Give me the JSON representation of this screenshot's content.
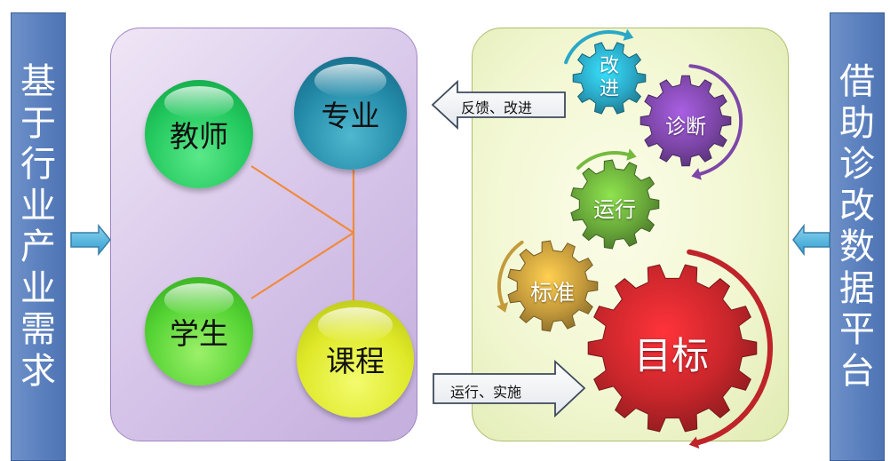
{
  "left_banner": "基于行业产业需求",
  "right_banner": "借助诊改数据平台",
  "nodes": {
    "teacher": "教师",
    "major": "专业",
    "student": "学生",
    "course": "课程"
  },
  "arrows": {
    "feedback": "反馈、改进",
    "run": "运行、实施"
  },
  "gears": {
    "improve_line1": "改",
    "improve_line2": "进",
    "diagnose": "诊断",
    "run": "运行",
    "standard": "标准",
    "goal": "目标"
  },
  "colors": {
    "banner": "#5b80be",
    "connector": "#f08a3c",
    "gear_improve": "#2aa8c6",
    "gear_diagnose": "#7d46a8",
    "gear_run": "#69a93a",
    "gear_standard": "#c49a3b",
    "gear_goal": "#c8262b"
  }
}
